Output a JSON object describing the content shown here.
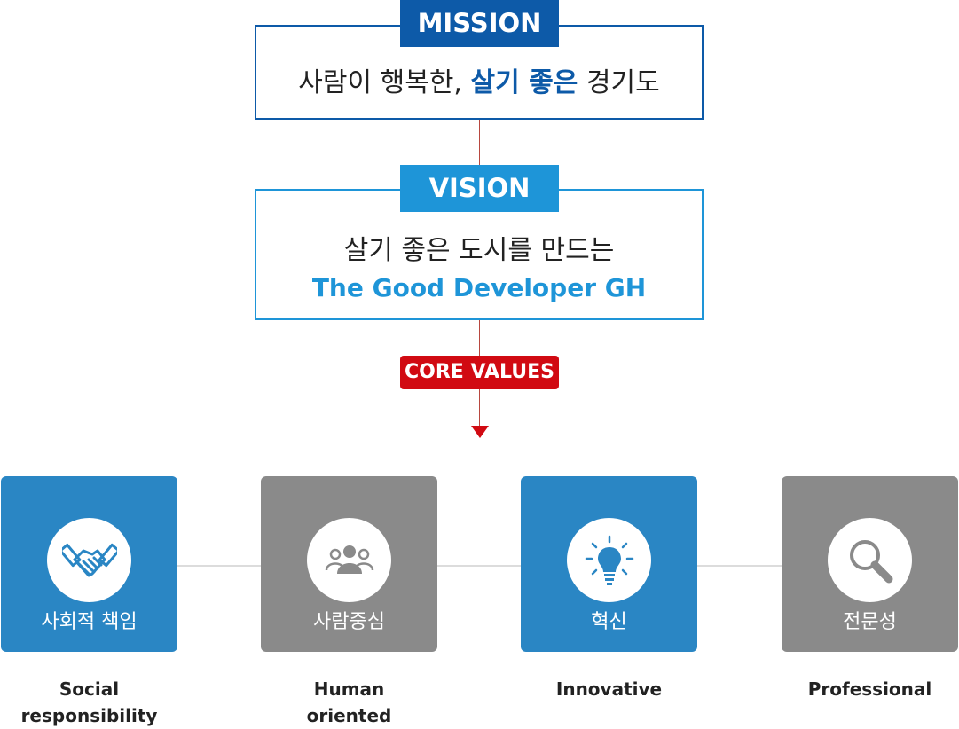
{
  "mission": {
    "label": "MISSION",
    "text_part1": "사람이 행복한, ",
    "text_highlight": "살기 좋은",
    "text_part2": " 경기도"
  },
  "vision": {
    "label": "VISION",
    "line1": "살기 좋은 도시를 만드는",
    "line2": "The Good Developer GH"
  },
  "core_values": {
    "label": "CORE VALUES",
    "items": [
      {
        "ko": "사회적 책임",
        "en_line1": "Social",
        "en_line2": "responsibility",
        "icon": "handshake-icon"
      },
      {
        "ko": "사람중심",
        "en_line1": "Human",
        "en_line2": "oriented",
        "icon": "people-icon"
      },
      {
        "ko": "혁신",
        "en_line1": "Innovative",
        "en_line2": "",
        "icon": "lightbulb-icon"
      },
      {
        "ko": "전문성",
        "en_line1": "Professional",
        "en_line2": "",
        "icon": "magnifier-icon"
      }
    ]
  },
  "colors": {
    "mission_blue": "#0d5aa8",
    "vision_blue": "#1e95d8",
    "core_red": "#d10a12",
    "card_blue": "#2a86c4",
    "card_gray": "#8a8a8a"
  }
}
